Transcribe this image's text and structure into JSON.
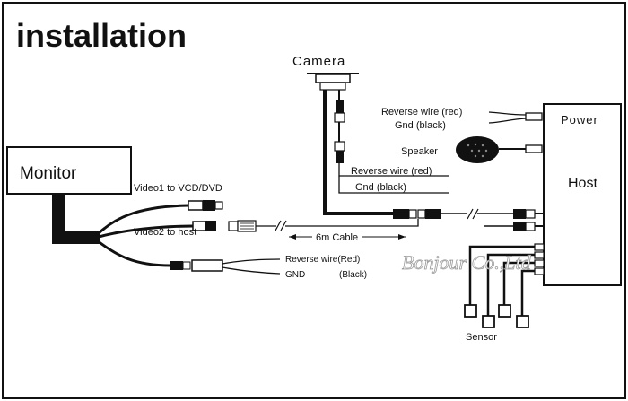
{
  "title": "installation",
  "labels": {
    "camera": "Camera",
    "monitor": "Monitor",
    "host": "Host",
    "power": "Power",
    "reverse_wire_red_power": "Reverse wire (red)",
    "gnd_black_power": "Gnd (black)",
    "speaker": "Speaker",
    "reverse_wire_red_camera": "Reverse wire (red)",
    "gnd_black_camera": "Gnd (black)",
    "video1": "Video1 to VCD/DVD",
    "video2": "Video2 to host",
    "cable": "6m Cable",
    "reverse_wire_red_monitor": "Reverse wire(Red)",
    "gnd_monitor": "GND",
    "black_monitor": "(Black)",
    "sensor": "Sensor"
  },
  "watermark": "Bonjour Co.,Ltd",
  "colors": {
    "line": "#111111",
    "background": "#ffffff"
  }
}
